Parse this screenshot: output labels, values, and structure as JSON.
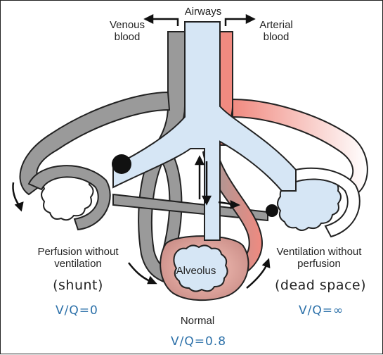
{
  "labels": {
    "airways": "Airways",
    "venous_blood": "Venous\nblood",
    "arterial_blood": "Arterial\nblood",
    "alveolus": "Alveolus",
    "normal": "Normal",
    "shunt_desc": "Perfusion without\nventilation",
    "shunt": "(shunt)",
    "dead_space_desc": "Ventilation without\nperfusion",
    "dead_space": "(dead space)"
  },
  "ratios": {
    "shunt": "V/Q=0",
    "normal": "V/Q=0.8",
    "dead_space": "V/Q=∞"
  },
  "colors": {
    "airway": "#d6e6f5",
    "venous": "#9a9a9a",
    "arterial": "#f08a80",
    "ratio_text": "#2a6fa8"
  }
}
